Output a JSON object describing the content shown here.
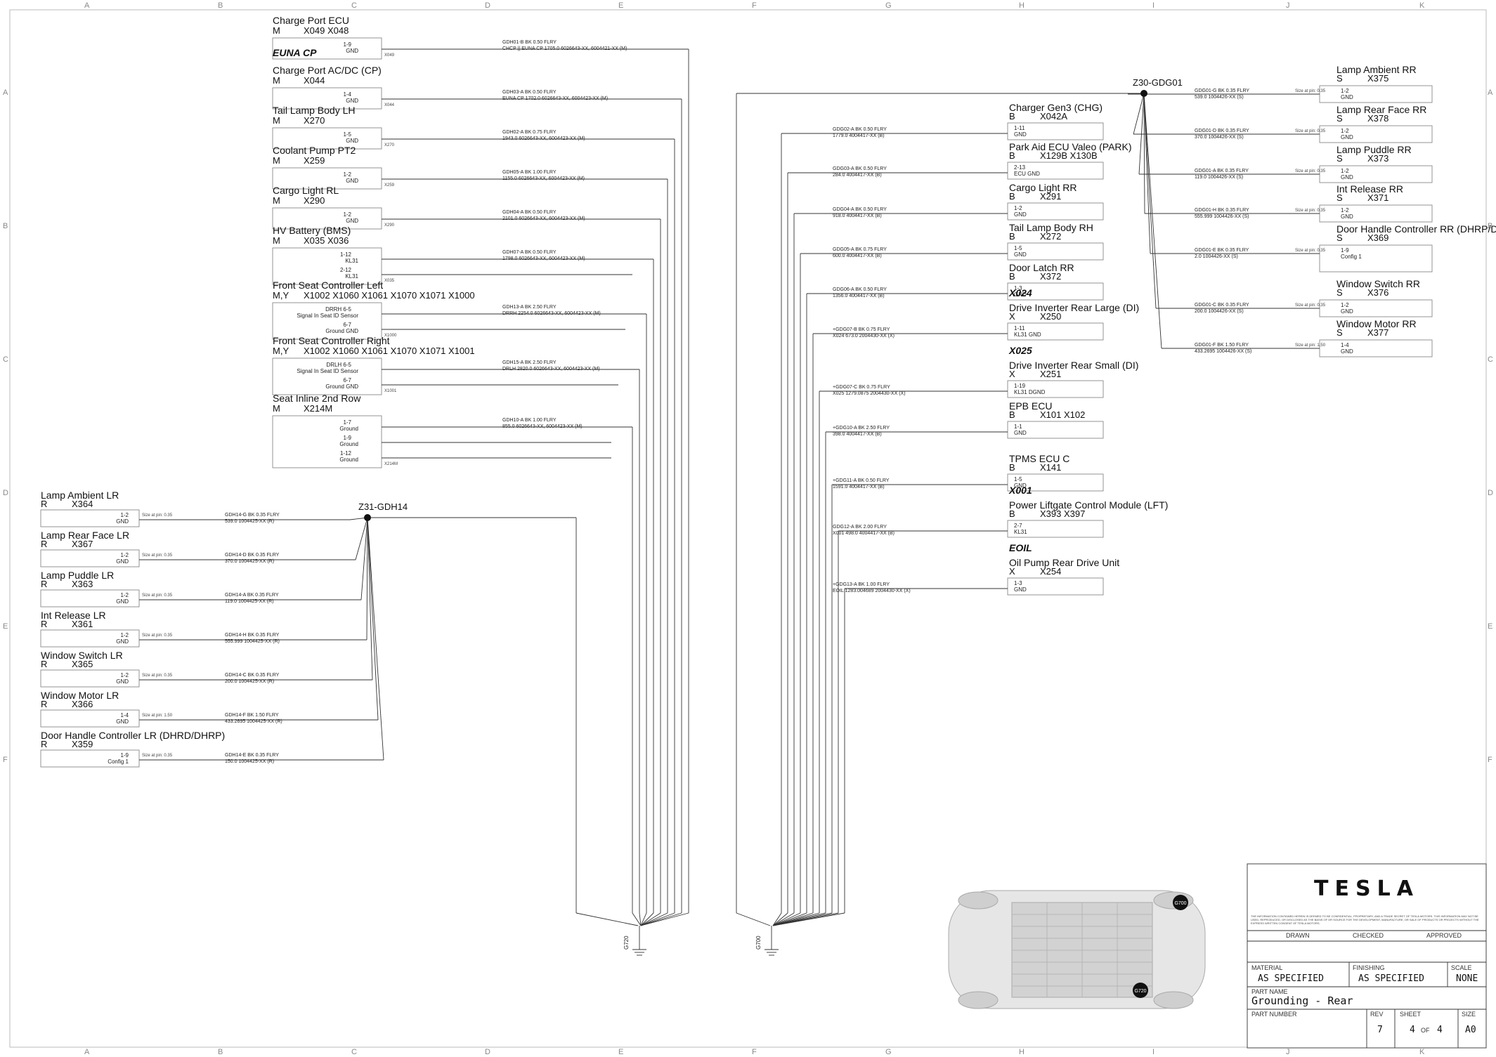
{
  "grid": {
    "cols": [
      "A",
      "B",
      "C",
      "D",
      "E",
      "F",
      "G",
      "H",
      "I",
      "J",
      "K"
    ],
    "rows": [
      "A",
      "B",
      "C",
      "D",
      "E",
      "F"
    ]
  },
  "left_connectors": [
    {
      "title": "Charge Port ECU",
      "type": "M",
      "ids": "X049   X048",
      "pins": [
        {
          "p": "1-9",
          "s": "GND"
        }
      ],
      "loc": "X049",
      "wire": "GDH01-B   BK   0.50   FLRY",
      "wire2": "CHCP || EUNA CP   1705.0   6026643-XX, 6004421-XX (M)"
    },
    {
      "note": "EUNA CP",
      "title": "Charge Port AC/DC (CP)",
      "type": "M",
      "ids": "X044",
      "pins": [
        {
          "p": "1-4",
          "s": "GND"
        }
      ],
      "loc": "X044",
      "wire": "GDH03-A   BK   0.50   FLRY",
      "wire2": "EUNA CP   1702.0   6026643-XX, 6004423-XX (M)"
    },
    {
      "title": "Tail Lamp Body LH",
      "type": "M",
      "ids": "X270",
      "pins": [
        {
          "p": "1-5",
          "s": "GND"
        }
      ],
      "loc": "X270",
      "wire": "GDH02-A   BK   0.75   FLRY",
      "wire2": "1943.0   6026643-XX, 6004423-XX (M)"
    },
    {
      "title": "Coolant Pump PT2",
      "type": "M",
      "ids": "X259",
      "pins": [
        {
          "p": "1-2",
          "s": "GND"
        }
      ],
      "loc": "X259",
      "wire": "GDH05-A   BK   1.00   FLRY",
      "wire2": "1155.0   6026643-XX, 6004423-XX (M)"
    },
    {
      "title": "Cargo Light RL",
      "type": "M",
      "ids": "X290",
      "pins": [
        {
          "p": "1-2",
          "s": "GND"
        }
      ],
      "loc": "X290",
      "wire": "GDH04-A   BK   0.50   FLRY",
      "wire2": "2101.0   6026643-XX, 6004423-XX (M)"
    },
    {
      "title": "HV Battery (BMS)",
      "type": "M",
      "ids": "X035   X036",
      "pins": [
        {
          "p": "1-12",
          "s": "KL31"
        },
        {
          "p": "2-12",
          "s": "KL31"
        }
      ],
      "loc": "X035",
      "wire": "GDH07-A   BK   0.50   FLRY",
      "wire2": "1798.0   6026643-XX, 6004423-XX (M)"
    },
    {
      "title": "Front Seat Controller Left",
      "type": "M,Y",
      "ids": "X1002   X1060   X1061   X1070   X1071   X1000",
      "pins": [
        {
          "p": "DRRH 6-5",
          "s": "Signal In Seat ID Sensor"
        },
        {
          "p": "6-7",
          "s": "Ground GND"
        }
      ],
      "loc": "X1000",
      "wire": "GDH13-A   BK   2.50   FLRY",
      "wire2": "DRRH   2254.0   6026643-XX, 6004423-XX (M)"
    },
    {
      "title": "Front Seat Controller Right",
      "type": "M,Y",
      "ids": "X1002   X1060   X1061   X1070   X1071   X1001",
      "pins": [
        {
          "p": "DRLH 6-5",
          "s": "Signal In Seat ID Sensor"
        },
        {
          "p": "6-7",
          "s": "Ground GND"
        }
      ],
      "loc": "X1001",
      "wire": "GDH15-A   BK   2.50   FLRY",
      "wire2": "DRLH   2820.0   6026643-XX, 6004423-XX (M)"
    },
    {
      "title": "Seat Inline 2nd Row",
      "type": "M",
      "ids": "X214M",
      "pins": [
        {
          "p": "1-7",
          "s": "Ground"
        },
        {
          "p": "1-9",
          "s": "Ground"
        },
        {
          "p": "1-12",
          "s": "Ground"
        }
      ],
      "loc": "X214M",
      "wire": "GDH10-A   BK   1.00   FLRY",
      "wire2": "855.0   6026643-XX, 6004423-XX (M)"
    }
  ],
  "lr_connectors": [
    {
      "title": "Lamp Ambient LR",
      "type": "R",
      "ids": "X364",
      "pin": "1-2",
      "sig": "GND",
      "wire": "GDH14-G   BK   0.35   FLRY",
      "wire2": "539.0   1004425-XX (R)"
    },
    {
      "title": "Lamp Rear Face LR",
      "type": "R",
      "ids": "X367",
      "pin": "1-2",
      "sig": "GND",
      "wire": "GDH14-D   BK   0.35   FLRY",
      "wire2": "370.0   1004425-XX (R)"
    },
    {
      "title": "Lamp Puddle LR",
      "type": "R",
      "ids": "X363",
      "pin": "1-2",
      "sig": "GND",
      "wire": "GDH14-A   BK   0.35   FLRY",
      "wire2": "119.0   1004425-XX (R)"
    },
    {
      "title": "Int Release LR",
      "type": "R",
      "ids": "X361",
      "pin": "1-2",
      "sig": "GND",
      "wire": "GDH14-H   BK   0.35   FLRY",
      "wire2": "555.999   1004425-XX (R)"
    },
    {
      "title": "Window Switch LR",
      "type": "R",
      "ids": "X365",
      "pin": "1-2",
      "sig": "GND",
      "wire": "GDH14-C   BK   0.35   FLRY",
      "wire2": "200.0   1004425-XX (R)"
    },
    {
      "title": "Window Motor LR",
      "type": "R",
      "ids": "X366",
      "pin": "1-4",
      "sig": "GND",
      "wire": "GDH14-F   BK   1.50   FLRY",
      "wire2": "433.2695   1004425-XX (R)"
    },
    {
      "title": "Door Handle Controller LR (DHRD/DHRP)",
      "type": "R",
      "ids": "X359",
      "pin": "1-9",
      "sig": "Config 1",
      "wire": "GDH14-E   BK   0.35   FLRY",
      "wire2": "150.0   1004425-XX (R)"
    }
  ],
  "mid_connectors": [
    {
      "title": "Charger Gen3 (CHG)",
      "type": "B",
      "ids": "X042A",
      "pin": "1-11",
      "sig": "GND",
      "wire": "GDG02-A   BK   0.50   FLRY",
      "wire2": "1779.0   4004417-XX (B)"
    },
    {
      "title": "Park Aid ECU Valeo (PARK)",
      "type": "B",
      "ids": "X129B  X130B",
      "pin": "2-13",
      "sig": "ECU GND",
      "wire": "GDG03-A   BK   0.50   FLRY",
      "wire2": "284.0   4004417-XX (B)"
    },
    {
      "title": "Cargo Light RR",
      "type": "B",
      "ids": "X291",
      "pin": "1-2",
      "sig": "GND",
      "wire": "GDG04-A   BK   0.50   FLRY",
      "wire2": "918.0   4004417-XX (B)"
    },
    {
      "title": "Tail Lamp Body RH",
      "type": "B",
      "ids": "X272",
      "pin": "1-5",
      "sig": "GND",
      "wire": "GDG05-A   BK   0.75   FLRY",
      "wire2": "600.0   4004417-XX (B)"
    },
    {
      "title": "Door Latch RR",
      "type": "B",
      "ids": "X372",
      "pin": "1-3",
      "sig": "GND",
      "wire": "GDG06-A   BK   0.50   FLRY",
      "wire2": "1356.0   4004417-XX (B)"
    },
    {
      "note": "X024",
      "title": "Drive Inverter Rear Large (DI)",
      "type": "X",
      "ids": "X250",
      "pin": "1-11",
      "sig": "KL31 GND",
      "wire": "+GDG07-B   BK   0.75   FLRY",
      "wire2": "X024   673.0   2004430-XX (X)"
    },
    {
      "note": "X025",
      "title": "Drive Inverter Rear Small (DI)",
      "type": "X",
      "ids": "X251",
      "pin": "1-19",
      "sig": "KL31 DGND",
      "wire": "+GDG07-C   BK   0.75   FLRY",
      "wire2": "X025   1279.0875   2004430-XX (X)"
    },
    {
      "title": "EPB ECU",
      "type": "B",
      "ids": "X101   X102",
      "pin": "1-1",
      "sig": "GND",
      "wire": "+GDG10-A   BK   2.50   FLRY",
      "wire2": "398.0   4004417-XX (B)"
    },
    {
      "title": "TPMS ECU C",
      "type": "B",
      "ids": "X141",
      "pin": "1-5",
      "sig": "GND",
      "wire": "+GDG11-A   BK   0.50   FLRY",
      "wire2": "1591.0   4004417-XX (B)"
    },
    {
      "note": "X001",
      "title": "Power Liftgate Control Module (LFT)",
      "type": "B",
      "ids": "X393   X397",
      "pin": "2-7",
      "sig": "KL31",
      "wire": "GDG12-A   BK   2.00   FLRY",
      "wire2": "X001   498.0   4004417-XX (B)"
    },
    {
      "note": "EOIL",
      "title": "Oil Pump Rear Drive Unit",
      "type": "X",
      "ids": "X254",
      "pin": "1-3",
      "sig": "GND",
      "wire": "+GDG13-A   BK   1.00   FLRY",
      "wire2": "EOIL   1283.004689   2004430-XX (X)"
    }
  ],
  "rr_connectors": [
    {
      "title": "Lamp Ambient RR",
      "type": "S",
      "ids": "X375",
      "pin": "1-2",
      "sig": "GND",
      "wire": "GDG01-G   BK   0.35   FLRY",
      "wire2": "539.0   1004426-XX (S)"
    },
    {
      "title": "Lamp Rear Face RR",
      "type": "S",
      "ids": "X378",
      "pin": "1-2",
      "sig": "GND",
      "wire": "GDG01-D   BK   0.35   FLRY",
      "wire2": "370.0   1004426-XX (S)"
    },
    {
      "title": "Lamp Puddle RR",
      "type": "S",
      "ids": "X373",
      "pin": "1-2",
      "sig": "GND",
      "wire": "GDG01-A   BK   0.35   FLRY",
      "wire2": "119.0   1004426-XX (S)"
    },
    {
      "title": "Int Release RR",
      "type": "S",
      "ids": "X371",
      "pin": "1-2",
      "sig": "GND",
      "wire": "GDG01-H   BK   0.35   FLRY",
      "wire2": "555.999   1004426-XX (S)"
    },
    {
      "title": "Door Handle Controller RR (DHRP/DHRD)",
      "type": "S",
      "ids": "X369",
      "pin": "1-9",
      "sig": "Config 1",
      "wire": "GDG01-E   BK   0.35   FLRY",
      "wire2": "2.0   1004426-XX (S)"
    },
    {
      "title": "Window Switch RR",
      "type": "S",
      "ids": "X376",
      "pin": "1-2",
      "sig": "GND",
      "wire": "GDG01-C   BK   0.35   FLRY",
      "wire2": "200.0   1004426-XX (S)"
    },
    {
      "title": "Window Motor RR",
      "type": "S",
      "ids": "X377",
      "pin": "1-4",
      "sig": "GND",
      "wire": "GDG01-F   BK   1.50   FLRY",
      "wire2": "433.2695   1004426-XX (S)"
    }
  ],
  "splices": {
    "left": "Z31-GDH14",
    "right": "Z30-GDG01",
    "size_label": "Size at pin: 0.35",
    "size_label_b": "Size at pin: 1.50"
  },
  "grounds": {
    "left": "G720",
    "right": "G700"
  },
  "car_labels": {
    "top": "G700",
    "bottom": "G720"
  },
  "title_block": {
    "logo": "TESLA",
    "notice": "THE INFORMATION CONTAINED HEREIN IS DEEMED TO BE CONFIDENTIAL, PROPRIETARY, AND A TRADE SECRET OF TESLA MOTORS. THIS INFORMATION MAY NOT BE USED, REPRODUCED, OR DISCLOSED AS THE BASIS OF OR SOURCE FOR THE DEVELOPMENT, MANUFACTURE, OR SALE OF PRODUCTS OR PROJECTS WITHOUT THE EXPRESS WRITTEN CONSENT OF TESLA MOTORS.",
    "drawn": "DRAWN",
    "checked": "CHECKED",
    "approved": "APPROVED",
    "material_label": "MATERIAL",
    "material": "AS SPECIFIED",
    "finishing_label": "FINISHING",
    "finishing": "AS SPECIFIED",
    "scale_label": "SCALE",
    "scale": "NONE",
    "part_name_label": "PART NAME",
    "part_name": "Grounding - Rear",
    "part_number_label": "PART NUMBER",
    "rev_label": "REV",
    "rev": "7",
    "sheet_label": "SHEET",
    "sheet": "4",
    "sheet_of": "OF",
    "sheet_total": "4",
    "size_label": "SIZE",
    "size": "A0"
  }
}
